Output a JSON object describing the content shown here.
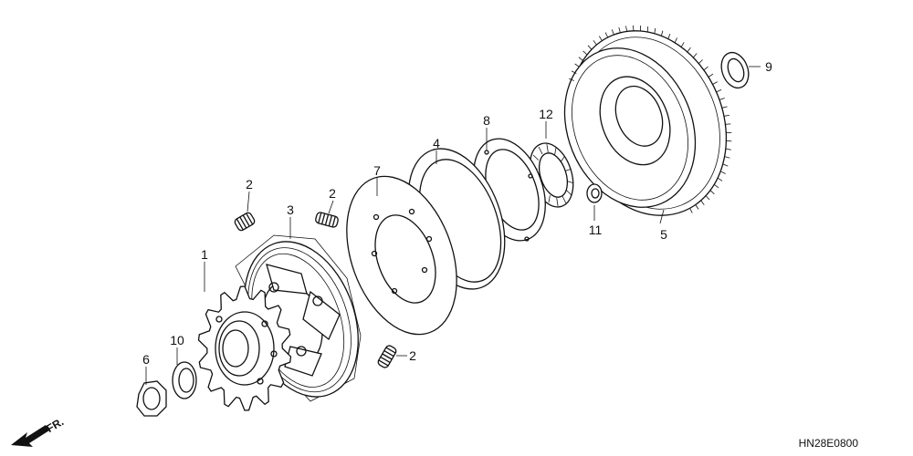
{
  "diagram": {
    "callouts": [
      {
        "id": "1",
        "label": "1"
      },
      {
        "id": "2a",
        "label": "2"
      },
      {
        "id": "2b",
        "label": "2"
      },
      {
        "id": "2c",
        "label": "2"
      },
      {
        "id": "3",
        "label": "3"
      },
      {
        "id": "4",
        "label": "4"
      },
      {
        "id": "5",
        "label": "5"
      },
      {
        "id": "6",
        "label": "6"
      },
      {
        "id": "7",
        "label": "7"
      },
      {
        "id": "8",
        "label": "8"
      },
      {
        "id": "9",
        "label": "9"
      },
      {
        "id": "10",
        "label": "10"
      },
      {
        "id": "11",
        "label": "11"
      },
      {
        "id": "12",
        "label": "12"
      }
    ],
    "direction_label": "FR.",
    "figure_code": "HN28E0800",
    "colors": {
      "line": "#111111",
      "background": "#ffffff"
    }
  }
}
